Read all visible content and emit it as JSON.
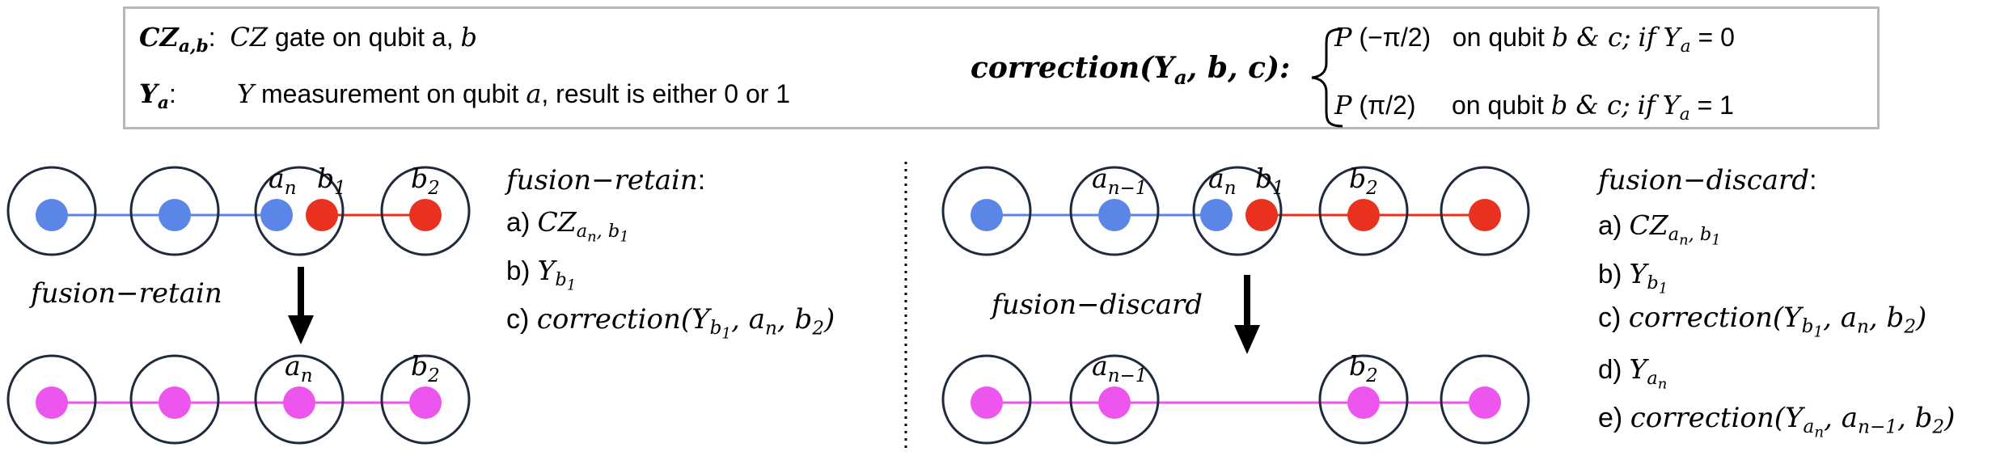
{
  "legend": {
    "cz_symbol": "CZ",
    "cz_subscript": "a,b",
    "cz_sep": ":",
    "cz_gate": "CZ",
    "cz_text": "gate on qubit a,",
    "cz_b": "b",
    "y_symbol": "Y",
    "y_subscript": "a",
    "y_sep": ":",
    "y_gate": "Y",
    "y_text": "measurement on qubit",
    "y_a": "a",
    "y_result": ", result is either 0 or 1",
    "corr_name": "correction(",
    "corr_Y": "Y",
    "corr_Y_sub": "a",
    "corr_args": ", b, c):",
    "case1_op": "P",
    "case1_angle": "(−π/2)",
    "case1_text": "on qubit",
    "case1_bc": "b & c;",
    "case1_if": "if",
    "case1_Y": "Y",
    "case1_Y_sub": "a",
    "case1_eq": "= 0",
    "case2_op": "P",
    "case2_angle": "(π/2)",
    "case2_text": "on qubit",
    "case2_bc": "b & c;",
    "case2_if": "if",
    "case2_Y": "Y",
    "case2_Y_sub": "a",
    "case2_eq": "= 1"
  },
  "left_panel": {
    "top_labels": {
      "a": "a",
      "a_sub": "n",
      "b": "b",
      "b_sub": "1",
      "b2": "b",
      "b2_sub": "2"
    },
    "bottom_labels": {
      "a": "a",
      "a_sub": "n",
      "b2": "b",
      "b2_sub": "2"
    },
    "arrow_label": "fusion−retain",
    "steps_title": "fusion−retain",
    "steps_colon": ":",
    "steps": {
      "a_prefix": "a)",
      "a_op": "CZ",
      "a_sub": "a",
      "b_prefix": "b)",
      "b_op": "Y",
      "b_sub": "b",
      "c_prefix": "c)",
      "c_op": "correction(Y",
      "c_sub": "b",
      "c_rest": ", a",
      "c_rest_sub": "n",
      "c_rest2": ", b",
      "c_rest2_sub": "2",
      "c_end": ")"
    }
  },
  "right_panel": {
    "top_labels": {
      "a1": "a",
      "a1_sub": "n−1",
      "a": "a",
      "a_sub": "n",
      "b": "b",
      "b_sub": "1",
      "b2": "b",
      "b2_sub": "2"
    },
    "bottom_labels": {
      "a1": "a",
      "a1_sub": "n−1",
      "b2": "b",
      "b2_sub": "2"
    },
    "arrow_label": "fusion−discard",
    "steps_title": "fusion−discard",
    "steps_colon": ":",
    "steps": {
      "a_prefix": "a)",
      "a_op": "CZ",
      "a_sub": "a",
      "b_prefix": "b)",
      "b_op": "Y",
      "b_sub": "b",
      "c_prefix": "c)",
      "c_op": "correction(Y",
      "c_sub": "b",
      "c_rest": ", a",
      "c_rest_sub": "n",
      "c_rest2": ", b",
      "c_rest2_sub": "2",
      "c_end": ")",
      "d_prefix": "d)",
      "d_op": "Y",
      "d_sub": "a",
      "e_prefix": "e)",
      "e_op": "correction(Y",
      "e_sub": "a",
      "e_rest": ", a",
      "e_rest_sub": "n−1",
      "e_rest2": ", b",
      "e_rest2_sub": "2",
      "e_end": ")"
    }
  },
  "colors": {
    "blue": "#5b86e8",
    "red": "#e8321f",
    "magenta": "#ec55ee",
    "circle_stroke": "#1f2a3c",
    "legend_border": "#b8b8b8"
  }
}
